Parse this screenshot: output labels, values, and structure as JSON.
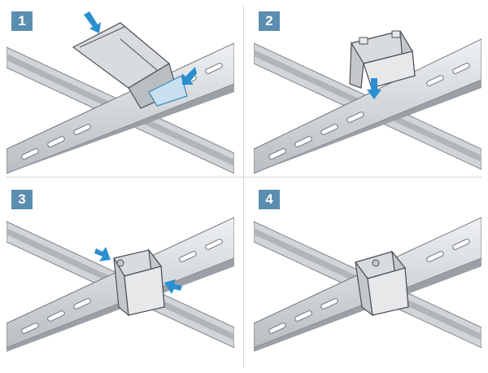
{
  "panels": [
    {
      "label": "1"
    },
    {
      "label": "2"
    },
    {
      "label": "3"
    },
    {
      "label": "4"
    }
  ],
  "colors": {
    "accent": "#5b8db0",
    "arrow": "#2b8fcf",
    "metal_light": "#e6e8ea",
    "metal_mid": "#c4c8cc",
    "metal_dark": "#9aa0a6",
    "outline": "#4a4f55",
    "divider": "#d6d6d6"
  },
  "icons": [
    "down-arrow-icon",
    "squeeze-arrow-icon"
  ]
}
